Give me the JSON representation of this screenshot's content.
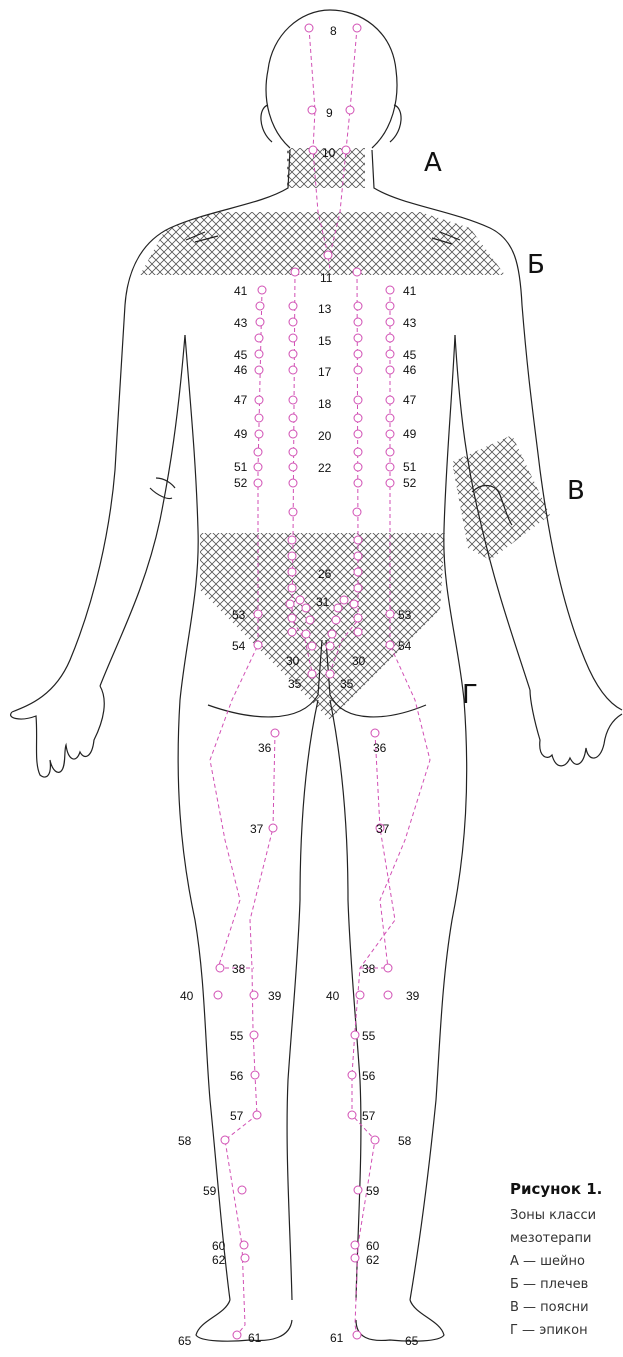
{
  "zones": {
    "a": "А",
    "b": "Б",
    "v": "В",
    "g": "Г"
  },
  "caption": {
    "title": "Рисунок 1.",
    "lines": [
      "Зоны класси",
      "мезотерапи",
      "А — шейно",
      "Б — плечев",
      "В — поясни",
      "Г — эпикон"
    ]
  },
  "colors": {
    "outline": "#222222",
    "points": "#d14fb4",
    "hatch": "#555555"
  },
  "points": [
    "8",
    "9",
    "10",
    "11",
    "13",
    "15",
    "17",
    "18",
    "20",
    "22",
    "26",
    "31",
    "30",
    "35",
    "36",
    "37",
    "38",
    "39",
    "40",
    "41",
    "43",
    "45",
    "46",
    "47",
    "49",
    "51",
    "52",
    "53",
    "54",
    "55",
    "56",
    "57",
    "58",
    "59",
    "60",
    "62",
    "61",
    "65"
  ]
}
